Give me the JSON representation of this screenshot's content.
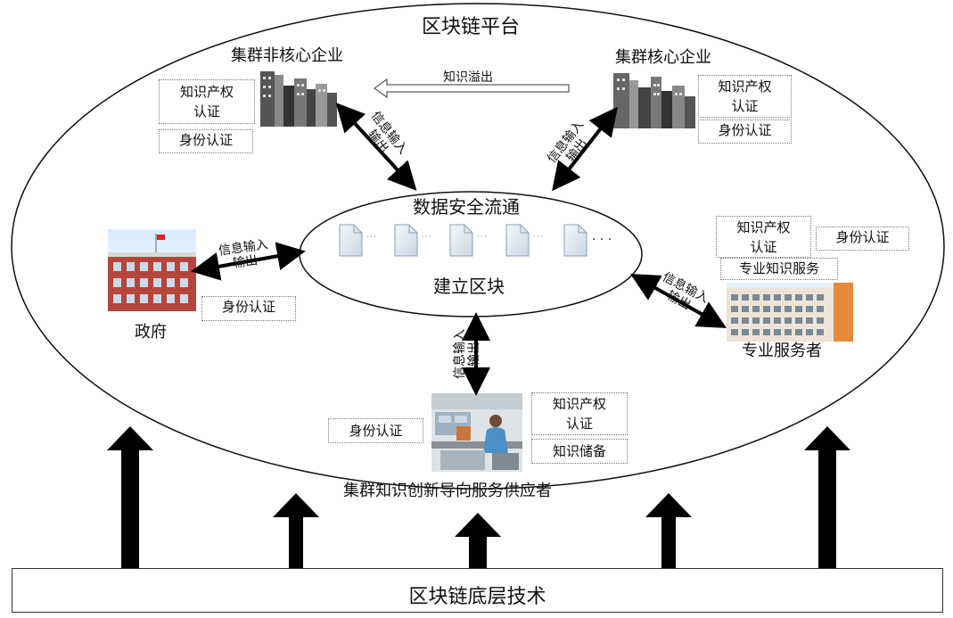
{
  "platform": {
    "title": "区块链平台"
  },
  "center": {
    "title": "数据安全流通",
    "subtitle": "建立区块",
    "doc_icon": "document-icon",
    "dots": "· · ·"
  },
  "actors": {
    "noncore": {
      "name": "集群非核心企业",
      "box1": [
        "知识产权",
        "认证"
      ],
      "box2": "身份认证"
    },
    "core": {
      "name": "集群核心企业",
      "box1": [
        "知识产权",
        "认证"
      ],
      "box2": "身份认证"
    },
    "government": {
      "name": "政府",
      "box1": "身份认证"
    },
    "professional": {
      "name": "专业服务者",
      "box1": [
        "知识产权",
        "认证"
      ],
      "box2": "身份认证",
      "box3": "专业知识服务"
    },
    "supplier": {
      "name": "集群知识创新导向服务供应者",
      "box_left": "身份认证",
      "box1": [
        "知识产权",
        "认证"
      ],
      "box2": "知识储备"
    }
  },
  "links": {
    "spillover": "知识溢出",
    "io_line1": "信息输入",
    "io_line2": "输出"
  },
  "base": {
    "label": "区块链底层技术"
  }
}
